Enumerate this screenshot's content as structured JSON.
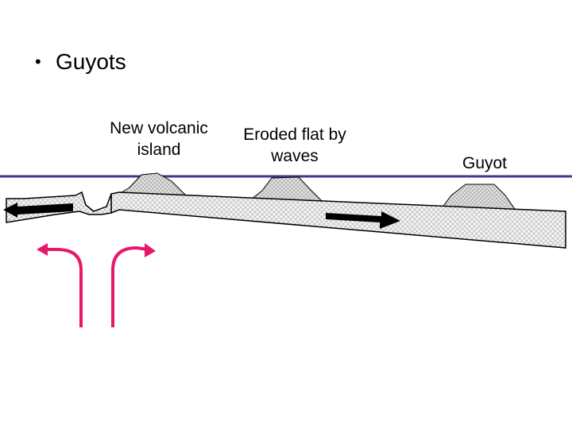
{
  "title": {
    "bullet": "•",
    "text": "Guyots"
  },
  "labels": {
    "new_volcanic_island": "New volcanic island",
    "eroded": "Eroded flat by waves",
    "guyot": "Guyot"
  },
  "colors": {
    "sea_level": "#3a3a8c",
    "convection_arrows": "#e8176a",
    "plate_fill": "#f0f0f0",
    "seamount_fill": "#dcdcdc",
    "outline": "#000000"
  }
}
